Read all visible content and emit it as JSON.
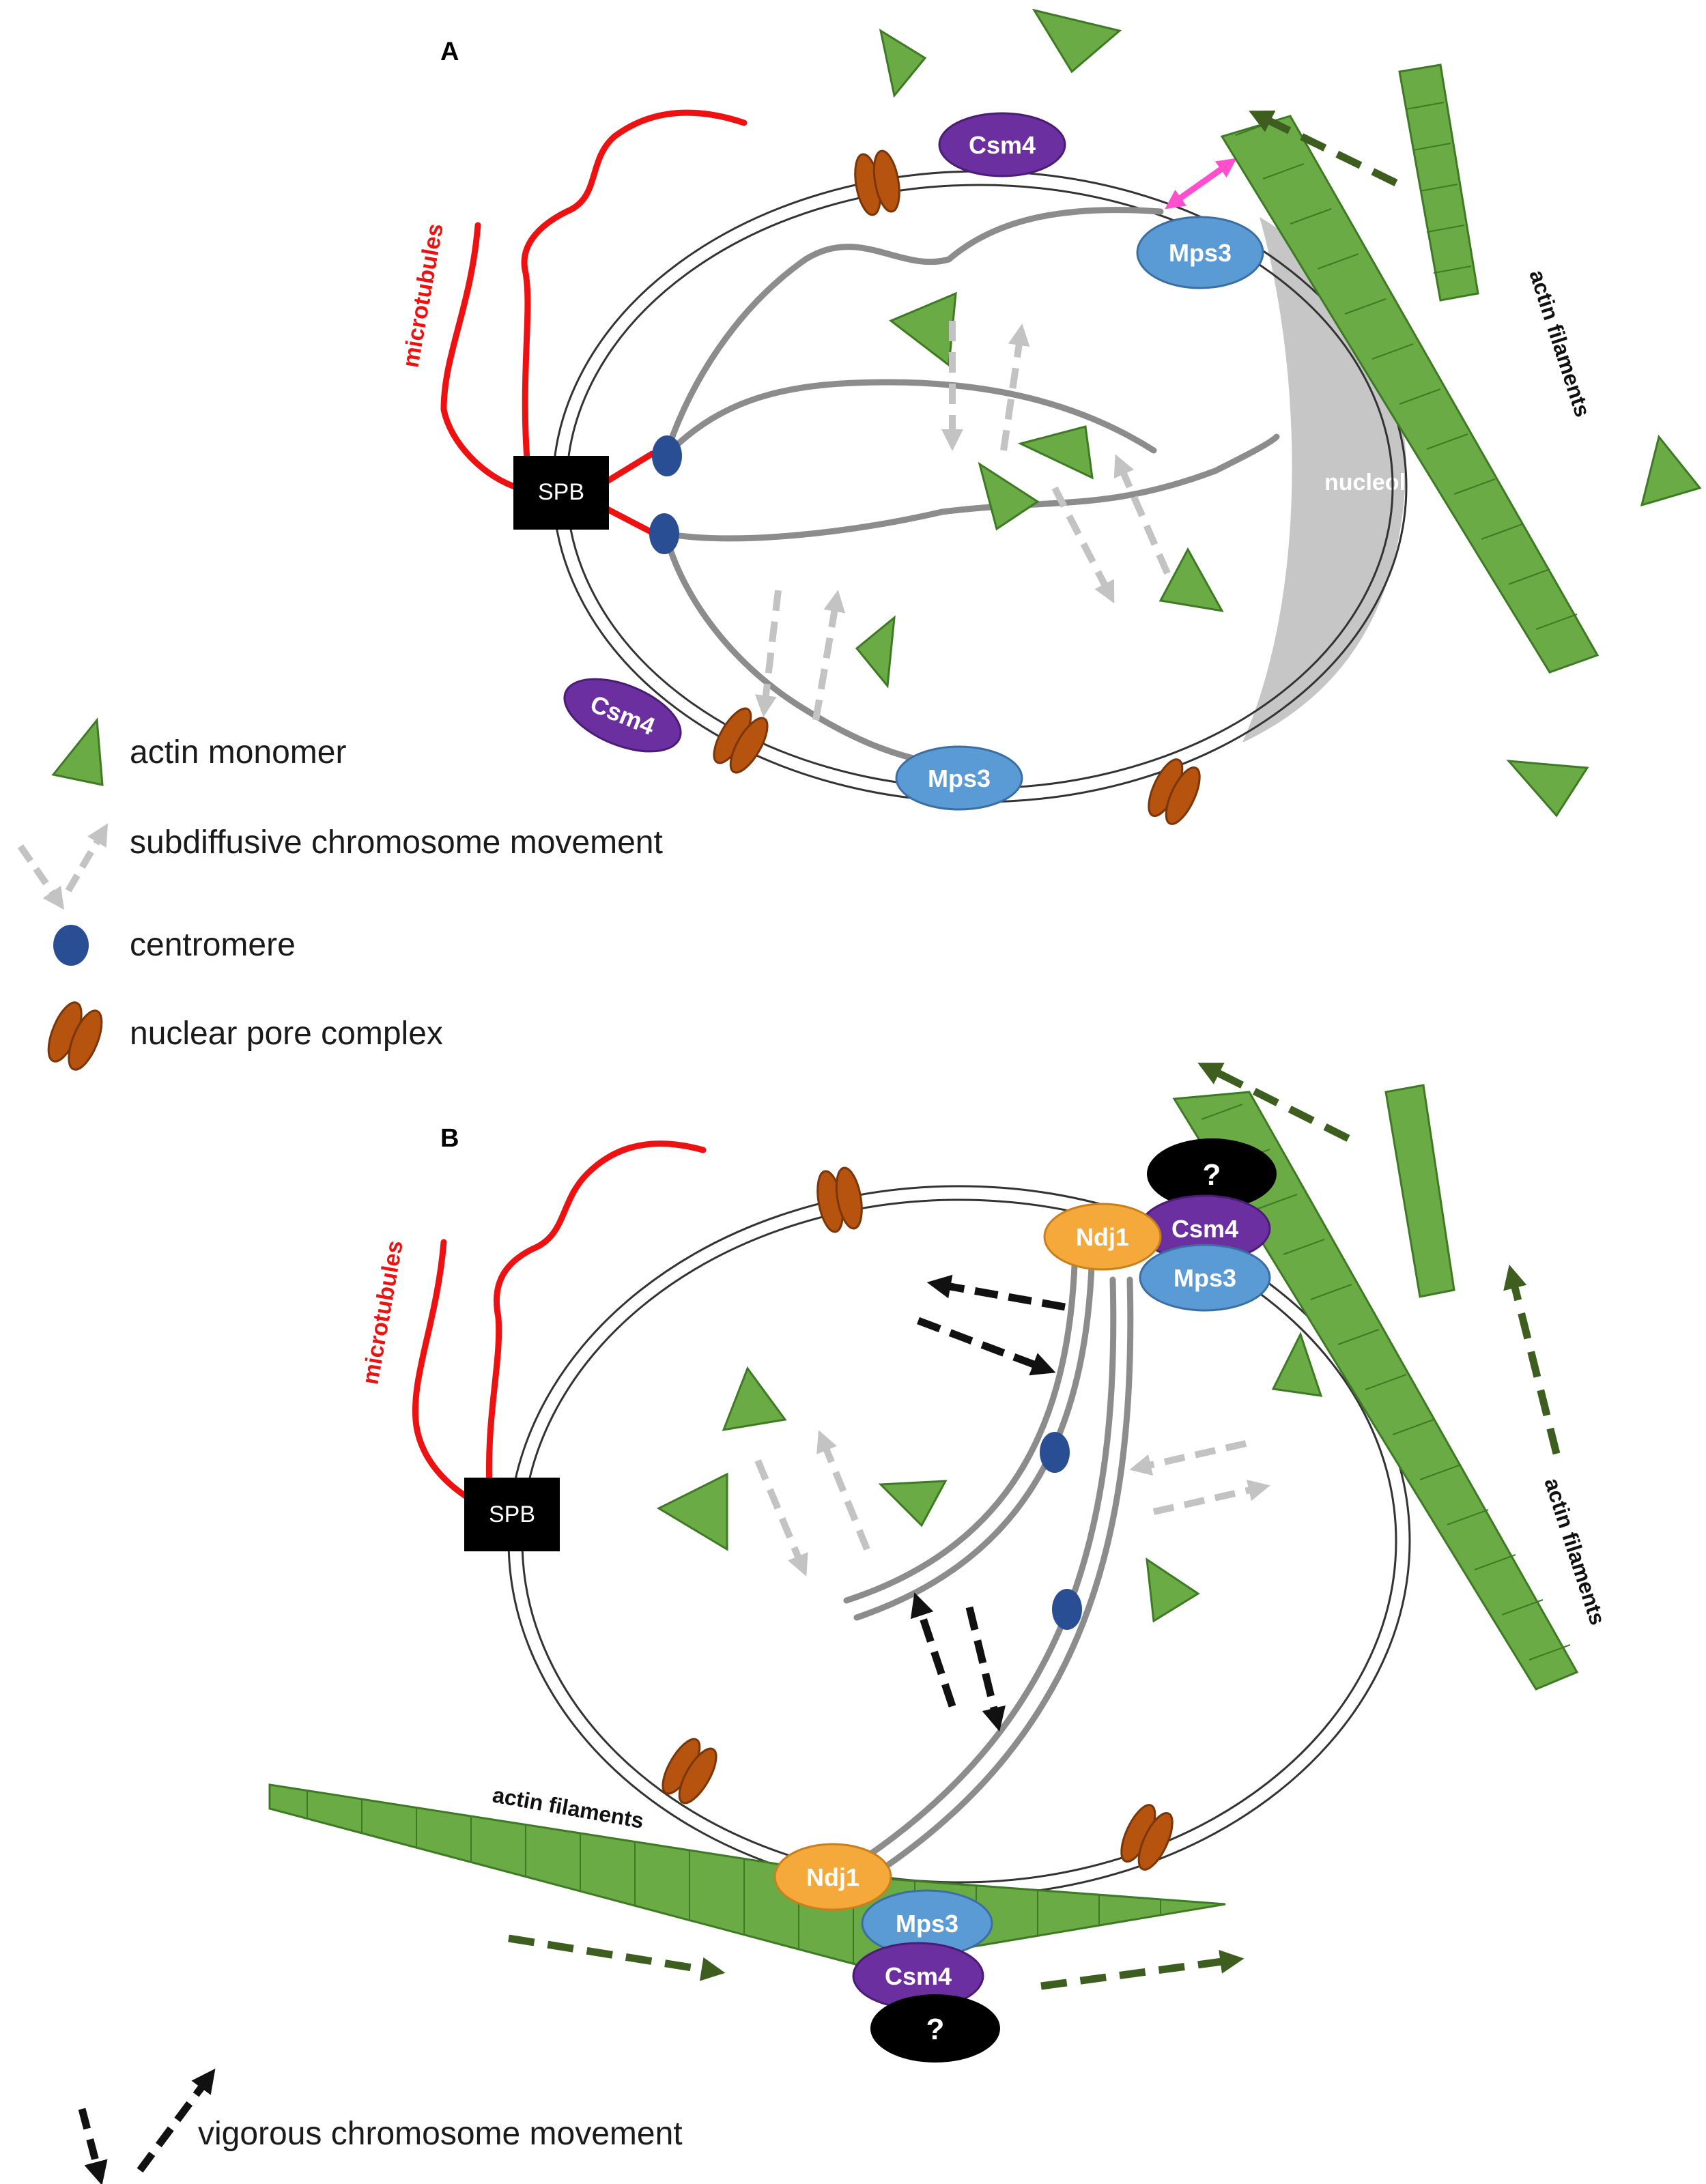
{
  "panels": {
    "a": {
      "letter": "A"
    },
    "b": {
      "letter": "B"
    }
  },
  "labels": {
    "microtubules": "microtubules",
    "spb": "SPB",
    "csm4": "Csm4",
    "mps3": "Mps3",
    "ndj1": "Ndj1",
    "nucleolus": "nucleolus",
    "actin_filaments": "actin filaments",
    "unknown": "?"
  },
  "legend": {
    "actin_monomer": "actin monomer",
    "subdiffusive": "subdiffusive chromosome movement",
    "centromere": "centromere",
    "npc": "nuclear pore complex",
    "vigorous": "vigorous chromosome movement"
  },
  "colors": {
    "microtubule": "#ee1111",
    "actin": "#6aab45",
    "actin_dark": "#3e7a24",
    "arrow_dark_green": "#3d5e1f",
    "csm4": "#6b2fa0",
    "mps3": "#5b9bd5",
    "ndj1": "#f5a93a",
    "npc": "#b5530f",
    "centromere": "#2a4e93",
    "chromosome": "#8c8c8c",
    "nucleolus": "#c6c6c6",
    "pink_arrow": "#ff4fce"
  }
}
